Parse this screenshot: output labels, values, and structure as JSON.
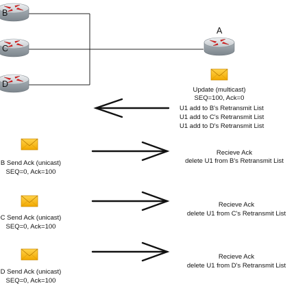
{
  "routers": {
    "b": {
      "label": "B"
    },
    "c": {
      "label": "C"
    },
    "d": {
      "label": "D"
    },
    "a": {
      "label": "A"
    }
  },
  "update": {
    "title": "Update (multicast)",
    "seq": "SEQ=100, Ack=0",
    "list": [
      "U1 add to B's Retransmit List",
      "U1 add to C's Retransmit List",
      "U1 add to D's Retransmit List"
    ]
  },
  "acks": [
    {
      "send": "B Send Ack (unicast)",
      "seq": "SEQ=0, Ack=100",
      "recv": "Recieve Ack",
      "del": "delete U1 from B's Retransmit List"
    },
    {
      "send": "C Send Ack (unicast)",
      "seq": "SEQ=0, Ack=100",
      "recv": "Recieve Ack",
      "del": "delete U1 from C's Retransmit List"
    },
    {
      "send": "D Send Ack (unicast)",
      "seq": "SEQ=0, Ack=100",
      "recv": "Recieve Ack",
      "del": "delete U1 from D's Retransmit List"
    }
  ],
  "colors": {
    "router_body": "#9aa3aa",
    "router_top": "#d7dbde",
    "router_arrows": "#e02020",
    "envelope_fill": "#f7b500",
    "envelope_edge": "#d08a00"
  },
  "icons": [
    "router-icon",
    "envelope-icon",
    "arrow-icon"
  ]
}
